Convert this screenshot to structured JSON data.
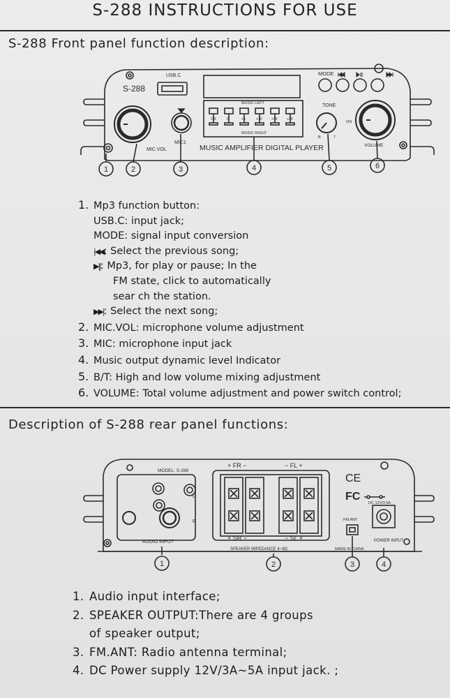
{
  "title": "S-288 INSTRUCTIONS FOR USE",
  "front": {
    "heading": "S-288 Front panel function description:",
    "panel": {
      "model": "S-288",
      "usb_label": "USB.C",
      "mode_label": "MODE",
      "tone_label": "TONE",
      "mic_vol_label": "MIC.VOL",
      "mic_label": "MIC1",
      "volume_label": "VOLUME",
      "music_left": "MUSIC LEFT",
      "music_right": "MUSIC RIGHT",
      "level_labels": [
        "ON",
        "0",
        "+5",
        "+10",
        "+15",
        "+20"
      ],
      "on_label": "ON",
      "b_label": "B",
      "t_label": "T",
      "caption": "MUSIC AMPLIFIER DIGITAL PLAYER",
      "callouts": [
        "1",
        "2",
        "3",
        "4",
        "5",
        "6"
      ]
    },
    "items": [
      {
        "num": "1.",
        "text": "Mp3 function button:"
      },
      {
        "sub": "USB.C: input jack;"
      },
      {
        "sub": "MODE: signal input conversion"
      },
      {
        "icon": "prev-icon",
        "sym": "|◀◀",
        "sub": ": Select the previous song;"
      },
      {
        "icon": "play-pause-icon",
        "sym": "▶||",
        "sub": ": Mp3, for play or pause; In the"
      },
      {
        "sub2": "FM state, click to automatically"
      },
      {
        "sub2": "sear ch the station."
      },
      {
        "icon": "next-icon",
        "sym": "▶▶|",
        "sub": ": Select the next song;"
      },
      {
        "num": "2.",
        "text": "MIC.VOL: microphone volume adjustment"
      },
      {
        "num": "3.",
        "text": "MIC: microphone input jack"
      },
      {
        "num": "4.",
        "text": "Music output dynamic level Indicator"
      },
      {
        "num": "5.",
        "text": "B/T: High and low volume mixing adjustment"
      },
      {
        "num": "6.",
        "text": "VOLUME: Total volume adjustment and power switch control;"
      }
    ]
  },
  "rear": {
    "heading": "Description of S-288 rear panel functions:",
    "panel": {
      "model": "MODEL: S-288",
      "audio_input": "AUDIO INPUT",
      "l_label": "L",
      "r_label": "R",
      "fr": "+ FR −",
      "fl": "− FL +",
      "sr": "+ SR −",
      "sl": "− SL +",
      "impedance": "SPEAKER IMPEDANCE 4~8Ω",
      "ce": "CE",
      "fc": "FC",
      "fm_ant": "FM.ANT",
      "made_in": "MADE IN CHINA",
      "dc_rating": "DC 12V/3.5A",
      "power_input": "POWER INPUT",
      "callouts": [
        "1",
        "2",
        "3",
        "4"
      ]
    },
    "items": [
      {
        "num": "1.",
        "text": "Audio input interface;"
      },
      {
        "num": "2.",
        "text": "SPEAKER OUTPUT:There are 4 groups"
      },
      {
        "sub": "of speaker output;"
      },
      {
        "num": "3.",
        "text": "FM.ANT: Radio antenna terminal;"
      },
      {
        "num": "4.",
        "text": "DC Power supply 12V/3A~5A input jack. ;"
      }
    ]
  }
}
